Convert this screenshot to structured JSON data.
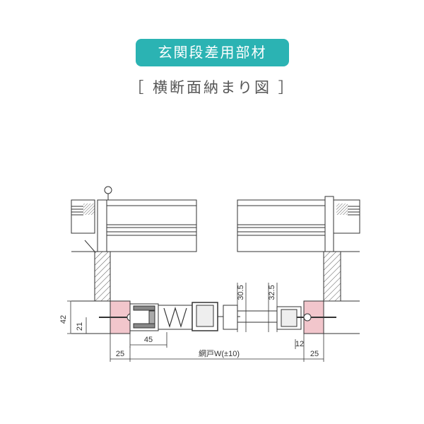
{
  "header": {
    "badge_label": "玄関段差用部材",
    "subtitle": "［ 横断面納まり図 ］"
  },
  "colors": {
    "badge_bg": "#2bb3b3",
    "frame_fill": "#f2c6cc",
    "hatch": "#555555"
  },
  "dimensions": {
    "height_42": "42",
    "height_21": "21",
    "width_45": "45",
    "left_25": "25",
    "right_25": "25",
    "right_12": "12",
    "gap_30_5": "30.5",
    "gap_32_5": "32.5",
    "screen_width": "網戸W(±10)"
  }
}
